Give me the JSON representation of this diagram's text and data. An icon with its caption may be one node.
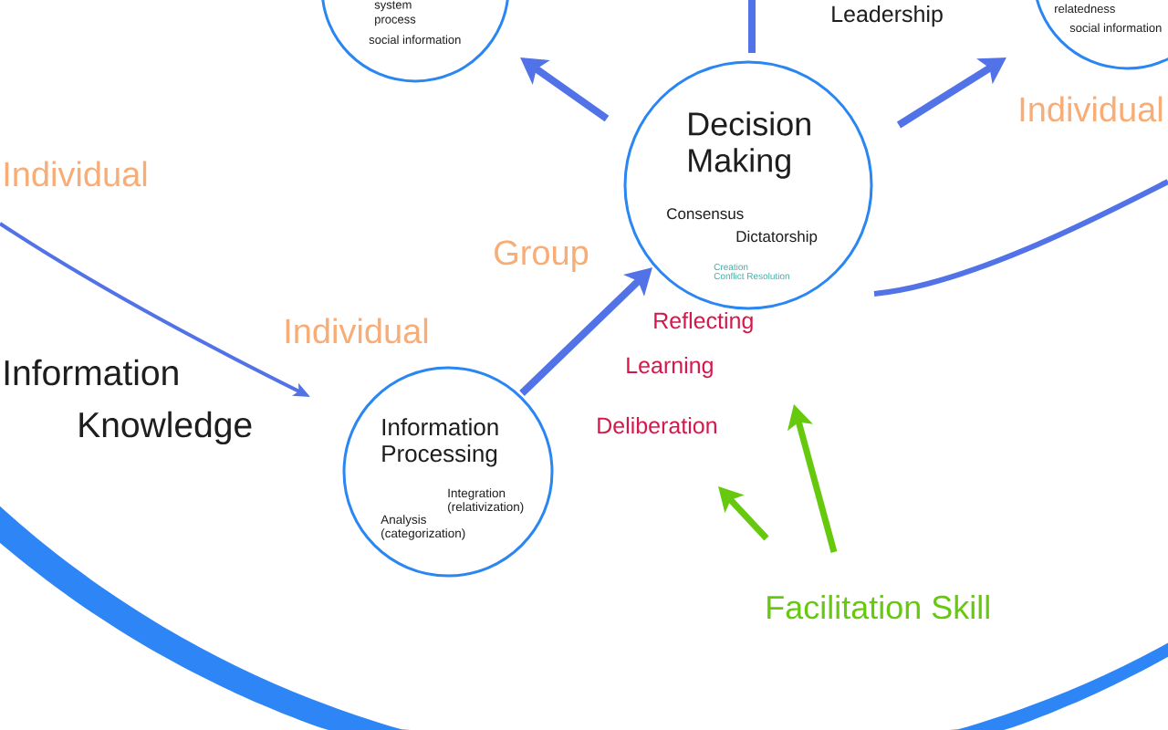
{
  "diagram": {
    "nodes": [
      {
        "text": [
          "system process",
          "social information"
        ]
      },
      {
        "text": [
          "relatedness",
          "social information"
        ]
      },
      {
        "text": [
          "Decision Making",
          "Consensus",
          "Dictatorship",
          "Creation",
          "Conflict Resolution"
        ]
      },
      {
        "text": [
          "Reflecting"
        ]
      },
      {
        "text": [
          "Information Processing",
          "Integration (relativization)",
          "Analysis (categorization)"
        ]
      },
      {
        "text": [
          "Deliberation"
        ]
      },
      {
        "text": [
          "Facilitation Skill"
        ]
      }
    ],
    "edges": [
      {
        "from": 2,
        "to": 0,
        "arrow": "to"
      },
      {
        "from": 2,
        "to": 1,
        "arrow": "to"
      },
      {
        "from": 2,
        "to": null,
        "arrow": "none"
      },
      {
        "from": null,
        "to": 4,
        "arrow": "to"
      },
      {
        "from": 4,
        "to": 2,
        "arrow": "to"
      },
      {
        "from": 2,
        "to": null,
        "arrow": "none"
      },
      {
        "from": 6,
        "to": 5,
        "arrow": "to",
        "color": "#66c90e"
      },
      {
        "from": 6,
        "to": null,
        "arrow": "to",
        "color": "#66c90e"
      }
    ],
    "labels": [
      "Leadership",
      "Individual",
      "Individual",
      "Group",
      "Individual",
      "Information",
      "Learning",
      "Knowledge"
    ]
  }
}
